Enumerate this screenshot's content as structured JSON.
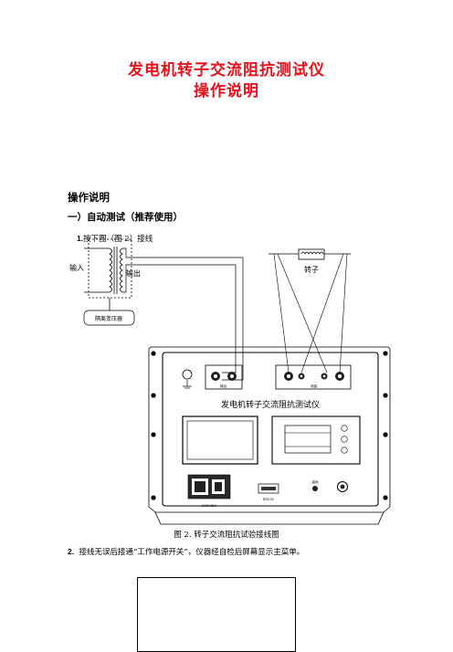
{
  "document": {
    "title_line1": "发电机转子交流阻抗测试仪",
    "title_line2": "操作说明",
    "section_heading": "操作说明",
    "subsection_heading": "一）自动测试（推荐使用）",
    "step1_num": "1.",
    "step1_text": "按下图（图 2）接线",
    "figure_caption": "图 2.      转子交流阻抗试验接线图",
    "step2_num": "2.",
    "step2_text": "接线无误后接通“工作电源开关”，仪器经自检后屏幕显示主菜单。"
  },
  "figure": {
    "label_input": "输入",
    "label_output": "输出",
    "label_rotor": "转子",
    "label_regulator": "隔离变压器",
    "device_name": "发电机转子交流阻抗测试仪",
    "label_output_terminal": "输出",
    "label_measure_terminal": "测量",
    "label_power": "220V/5A",
    "label_comm": "RS232",
    "label_small": "接地",
    "accent_color": "#e8101a"
  }
}
